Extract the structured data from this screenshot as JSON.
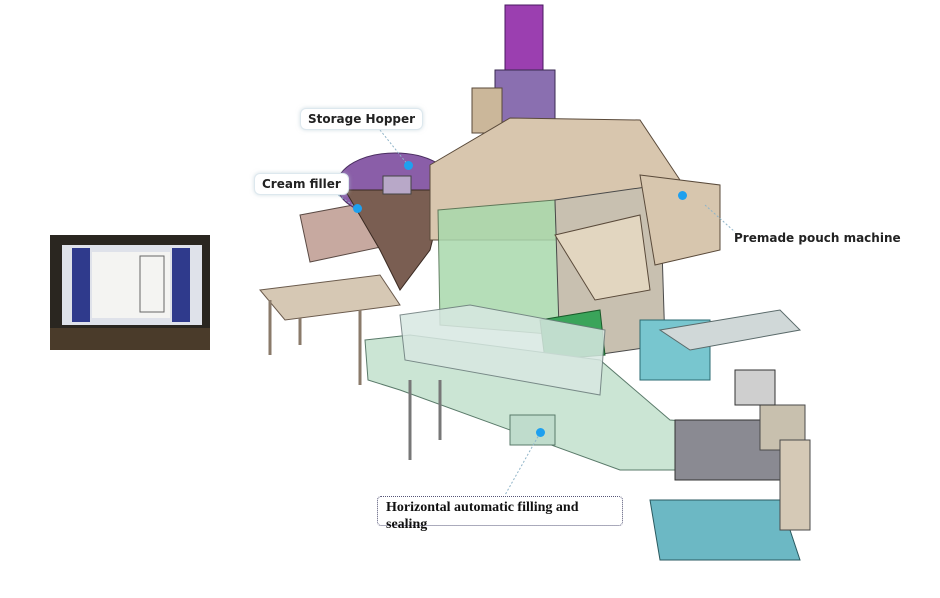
{
  "labels": {
    "storage_hopper": "Storage Hopper",
    "cream_filler": "Cream filler",
    "premade_pouch_machine": "Premade pouch machine",
    "horizontal_filling": "Horizontal automatic filling and sealing"
  },
  "colors": {
    "callout_dot": "#1ea0ef",
    "frame": "#c8b8a6",
    "hopper": "#8a5ea8",
    "glass": "#bcdcc0",
    "teal": "#5fb0b8"
  }
}
